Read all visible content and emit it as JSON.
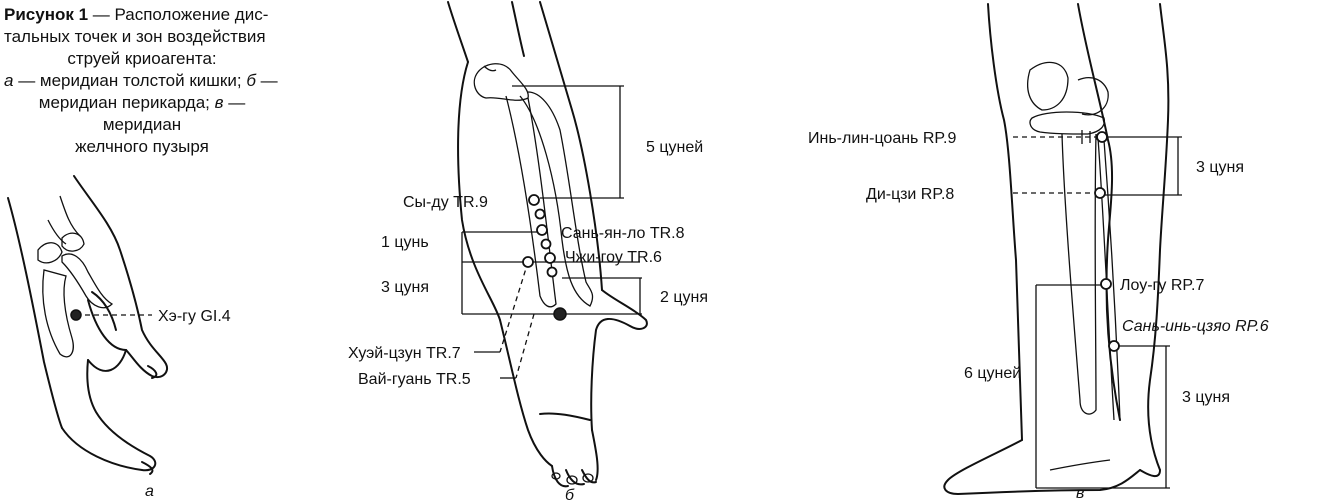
{
  "caption": {
    "title": "Рисунок 1",
    "dash": " — ",
    "line1_rest": "Расположение дис-",
    "line2": "тальных точек и зон воздействия",
    "line3": "струей криоагента:",
    "a_letter": "а",
    "a_text": " — меридиан толстой кишки; ",
    "b_letter": "б",
    "b_text": " —",
    "line5": "меридиан перикарда; ",
    "v_letter": "в",
    "v_text": " — меридиан",
    "line6": "желчного пузыря"
  },
  "panel_a": {
    "sublabel": "а",
    "points": {
      "he_gu": "Хэ-гу GI.4"
    }
  },
  "panel_b": {
    "sublabel": "б",
    "points": {
      "sy_du": "Сы-ду TR.9",
      "san_yan_lo": "Сань-ян-ло TR.8",
      "chzhi_gou": "Чжи-гоу TR.6",
      "huey_czun": "Хуэй-цзун TR.7",
      "vay_guan": "Вай-гуань TR.5"
    },
    "measures": {
      "five": "5 цуней",
      "one": "1 цунь",
      "three": "3 цуня",
      "two": "2 цуня"
    }
  },
  "panel_v": {
    "sublabel": "в",
    "points": {
      "yin_lin": "Инь-лин-цоань RP.9",
      "di_czi": "Ди-цзи RP.8",
      "lou_gu": "Лоу-гу RP.7",
      "san_yin": "Сань-инь-цзяо RP.6"
    },
    "measures": {
      "three_top": "3 цуня",
      "six": "6 цуней",
      "three_bottom": "3 цуня"
    }
  }
}
